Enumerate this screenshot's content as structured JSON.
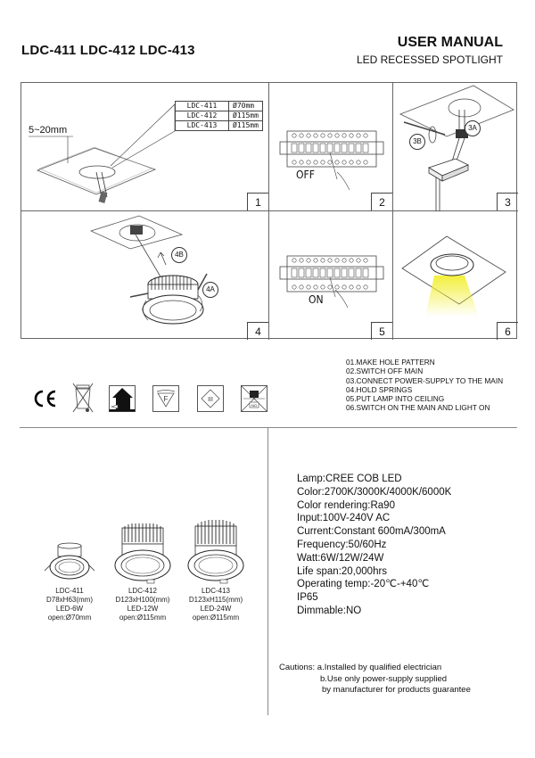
{
  "header": {
    "models_title": "LDC-411 LDC-412 LDC-413",
    "manual_title": "USER MANUAL",
    "manual_subtitle": "LED RECESSED SPOTLIGHT"
  },
  "panels": [
    {
      "step": "1",
      "depth_label": "5~20mm",
      "hole_table": [
        {
          "model": "LDC-411",
          "hole": "Ø70mm"
        },
        {
          "model": "LDC-412",
          "hole": "Ø115mm"
        },
        {
          "model": "LDC-413",
          "hole": "Ø115mm"
        }
      ]
    },
    {
      "step": "2",
      "switch_label": "OFF"
    },
    {
      "step": "3",
      "callouts": [
        "3A",
        "3B"
      ]
    },
    {
      "step": "4",
      "callouts": [
        "4A",
        "4B"
      ]
    },
    {
      "step": "5",
      "switch_label": "ON"
    },
    {
      "step": "6"
    }
  ],
  "steps": [
    "01.MAKE HOLE PATTERN",
    "02.SWITCH OFF MAIN",
    "03.CONNECT POWER-SUPPLY TO THE MAIN",
    "04.HOLD SPRINGS",
    "05.PUT LAMP INTO CEILING",
    "06.SWITCH ON THE MAIN AND LIGHT ON"
  ],
  "certifications": [
    {
      "icon": "ce-mark-icon",
      "label": "CE"
    },
    {
      "icon": "weee-bin-icon"
    },
    {
      "icon": "indoor-use-icon"
    },
    {
      "icon": "f-mark-icon",
      "label": "F"
    },
    {
      "icon": "class-iii-icon",
      "label": "III"
    },
    {
      "icon": "no-insulation-cover-icon",
      "label": "NO"
    }
  ],
  "products": [
    {
      "model": "LDC-411",
      "dimensions": "D78xH63(mm)",
      "power": "LED-6W",
      "opening": "open:Ø70mm"
    },
    {
      "model": "LDC-412",
      "dimensions": "D123xH100(mm)",
      "power": "LED-12W",
      "opening": "open:Ø115mm"
    },
    {
      "model": "LDC-413",
      "dimensions": "D123xH115(mm)",
      "power": "LED-24W",
      "opening": "open:Ø115mm"
    }
  ],
  "specs": [
    {
      "label": "Lamp",
      "value": "CREE COB LED"
    },
    {
      "label": "Color",
      "value": "2700K/3000K/4000K/6000K"
    },
    {
      "label": "Color rendering",
      "value": "Ra90"
    },
    {
      "label": "Input",
      "value": "100V-240V AC"
    },
    {
      "label": "Current",
      "value": "Constant 600mA/300mA"
    },
    {
      "label": "Frequency",
      "value": "50/60Hz"
    },
    {
      "label": "Watt",
      "value": "6W/12W/24W"
    },
    {
      "label": "Life span",
      "value": "20,000hrs"
    },
    {
      "label": "Operating temp",
      "value": "-20℃-+40℃"
    },
    {
      "label": "IP65",
      "value": null
    },
    {
      "label": "Dimmable",
      "value": "NO"
    }
  ],
  "cautions": {
    "title": "Cautions:",
    "a": "a.Installed by qualified electrician",
    "b1": "b.Use only power-supply supplied",
    "b2": "by manufacturer for products guarantee"
  },
  "colors": {
    "light_beam": "#f2ef3a",
    "line": "#666666"
  }
}
